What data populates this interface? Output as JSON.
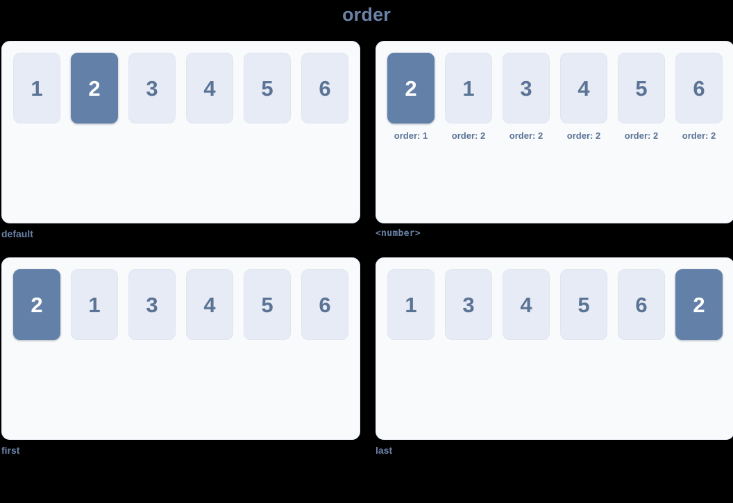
{
  "title": "order",
  "colors": {
    "page_background": "#000000",
    "panel_background": "#f8fafc",
    "box_background": "#e6ebf5",
    "box_text": "#5b7394",
    "highlight_background": "#6380a8",
    "highlight_text": "#ffffff",
    "caption_text": "#6b83a8"
  },
  "panels": [
    {
      "caption": "default",
      "caption_style": "text",
      "show_order_labels": false,
      "items": [
        {
          "value": "1",
          "highlight": false,
          "order_label": ""
        },
        {
          "value": "2",
          "highlight": true,
          "order_label": ""
        },
        {
          "value": "3",
          "highlight": false,
          "order_label": ""
        },
        {
          "value": "4",
          "highlight": false,
          "order_label": ""
        },
        {
          "value": "5",
          "highlight": false,
          "order_label": ""
        },
        {
          "value": "6",
          "highlight": false,
          "order_label": ""
        }
      ]
    },
    {
      "caption": "<number>",
      "caption_style": "mono",
      "show_order_labels": true,
      "items": [
        {
          "value": "2",
          "highlight": true,
          "order_label": "order: 1"
        },
        {
          "value": "1",
          "highlight": false,
          "order_label": "order: 2"
        },
        {
          "value": "3",
          "highlight": false,
          "order_label": "order: 2"
        },
        {
          "value": "4",
          "highlight": false,
          "order_label": "order: 2"
        },
        {
          "value": "5",
          "highlight": false,
          "order_label": "order: 2"
        },
        {
          "value": "6",
          "highlight": false,
          "order_label": "order: 2"
        }
      ]
    },
    {
      "caption": "first",
      "caption_style": "text",
      "show_order_labels": false,
      "items": [
        {
          "value": "2",
          "highlight": true,
          "order_label": ""
        },
        {
          "value": "1",
          "highlight": false,
          "order_label": ""
        },
        {
          "value": "3",
          "highlight": false,
          "order_label": ""
        },
        {
          "value": "4",
          "highlight": false,
          "order_label": ""
        },
        {
          "value": "5",
          "highlight": false,
          "order_label": ""
        },
        {
          "value": "6",
          "highlight": false,
          "order_label": ""
        }
      ]
    },
    {
      "caption": "last",
      "caption_style": "text",
      "show_order_labels": false,
      "items": [
        {
          "value": "1",
          "highlight": false,
          "order_label": ""
        },
        {
          "value": "3",
          "highlight": false,
          "order_label": ""
        },
        {
          "value": "4",
          "highlight": false,
          "order_label": ""
        },
        {
          "value": "5",
          "highlight": false,
          "order_label": ""
        },
        {
          "value": "6",
          "highlight": false,
          "order_label": ""
        },
        {
          "value": "2",
          "highlight": true,
          "order_label": ""
        }
      ]
    }
  ]
}
